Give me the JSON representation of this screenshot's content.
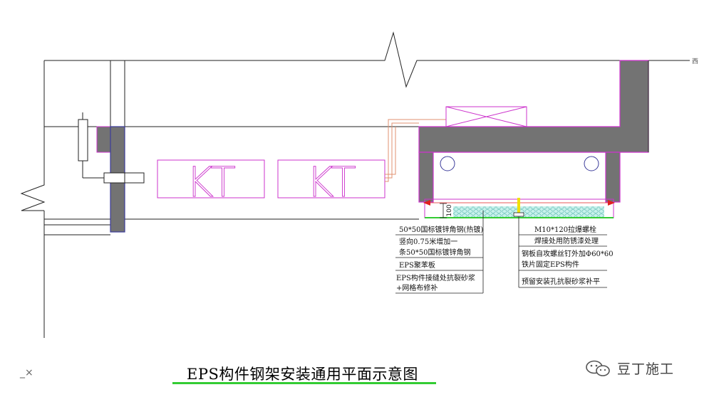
{
  "title": "EPS构件钢架安装通用平面示意图",
  "watermark": "豆丁施工",
  "corner_mark": "_×",
  "edge_label": "西",
  "dimension": "100",
  "kt_labels": [
    "KT",
    "KT"
  ],
  "notes_left": [
    "50*50国标镀锌角钢(热镀)",
    "竖向0.75米增加一",
    "条50*50国标镀锌角钢",
    "EPS聚苯板",
    "EPS构件接缝处抗裂砂浆",
    "+网格布修补"
  ],
  "notes_right": [
    "M10*120拉爆螺栓",
    "焊接处用防锈漆处理",
    "钢板自攻螺丝钉外加Φ60*60",
    "铁片固定EPS构件",
    "预留安装孔抗裂砂浆补平"
  ],
  "colors": {
    "wall_fill": "#737373",
    "magenta": "#cc33cc",
    "column_blue": "#3b3b9a",
    "marker_red": "#e02020",
    "green": "#33cc33",
    "foam": "#9fe0d8",
    "yellow": "#f0e000",
    "pipe": "#e09070"
  }
}
